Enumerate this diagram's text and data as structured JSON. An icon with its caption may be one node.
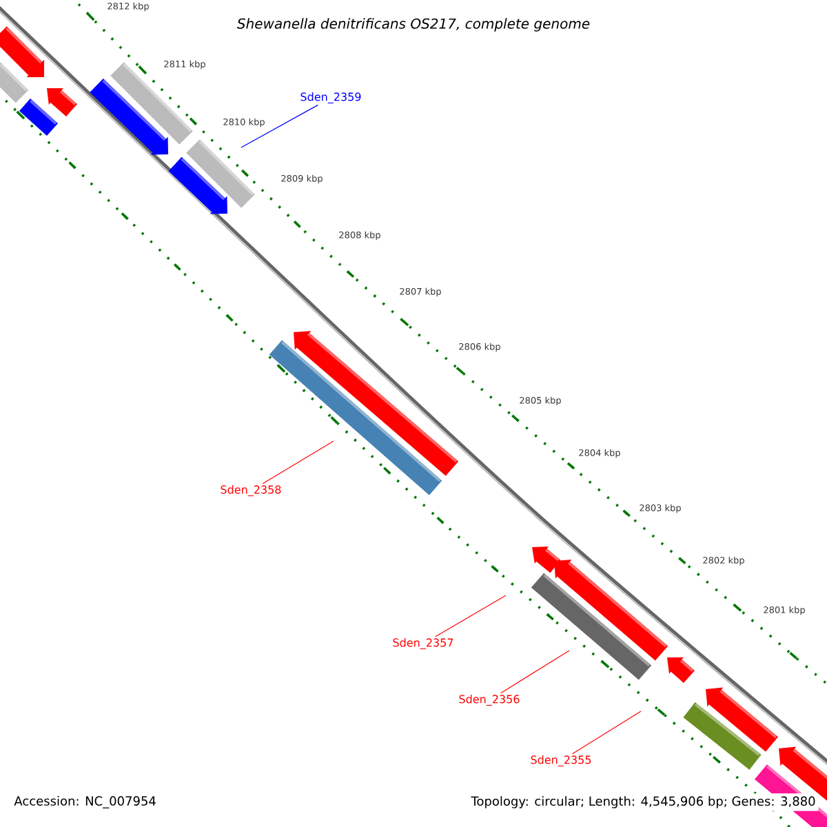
{
  "diagram": {
    "title": "Shewanella denitrificans OS217, complete genome",
    "nodes": [
      {
        "text": [
          "Sden_2359"
        ]
      },
      {
        "text": [
          "Sden_2358"
        ]
      },
      {
        "text": [
          "Sden_2357"
        ]
      },
      {
        "text": [
          "Sden_2356"
        ]
      },
      {
        "text": [
          "Sden_2355"
        ]
      }
    ],
    "edges": [
      {
        "from": 0,
        "to": null,
        "arrow": "none",
        "color": "#0000ff"
      },
      {
        "from": 1,
        "to": null,
        "arrow": "none"
      },
      {
        "from": 2,
        "to": null,
        "arrow": "none"
      },
      {
        "from": 3,
        "to": null,
        "arrow": "none"
      },
      {
        "from": 4,
        "to": null,
        "arrow": "none"
      }
    ],
    "labels": [
      "2812 kbp",
      "2811 kbp",
      "2810 kbp",
      "2809 kbp",
      "2808 kbp",
      "2807 kbp",
      "2806 kbp",
      "2805 kbp",
      "2804 kbp",
      "2803 kbp",
      "2802 kbp",
      "2801 kbp",
      "Accession: NC_007954",
      "Topology: circular; Length: 4,545,906 bp; Genes: 3,880"
    ]
  }
}
